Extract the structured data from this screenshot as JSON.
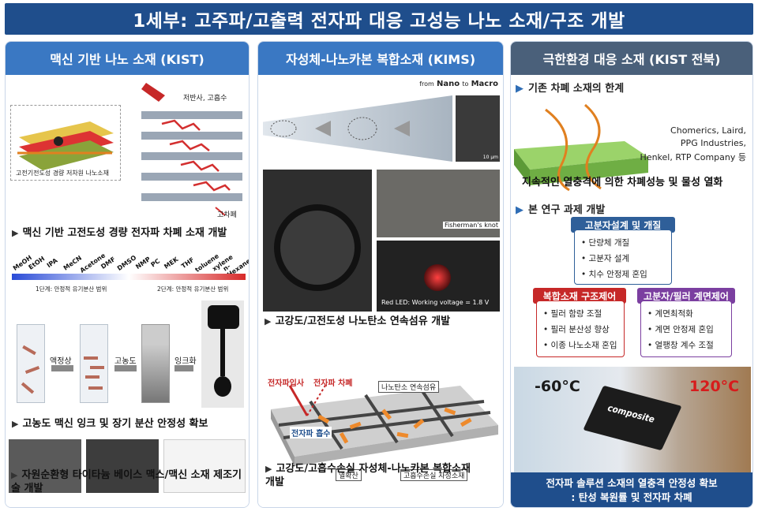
{
  "title": "1세부: 고주파/고출력 전자파 대응 고성능 나노 소재/구조 개발",
  "col1": {
    "heading": "맥신 기반 나노 소재 (KIST)",
    "diagram_label": "고전기전도성 경량 저차원 나노소재",
    "shield_label_top": "저반사, 고흡수",
    "shield_label_bottom": "고차폐",
    "caption1": "맥신 기반 고전도성 경량 전자파 차폐 소재 개발",
    "solvents": [
      "MeOH",
      "EtOH",
      "IPA",
      "MeCN",
      "Acetone",
      "DMF",
      "DMSO",
      "NMP",
      "PC",
      "MEK",
      "THF",
      "toluene",
      "xylene",
      "n-Hexane"
    ],
    "stage1": "1단계: 안정적 유기분산 범위",
    "stage2": "2단계: 안정적 유기분산 범위",
    "step1": "액정상",
    "step2": "고농도",
    "step3": "잉크화",
    "caption2": "고농도 맥신 잉크 및 장기 분산 안정성 확보",
    "caption3": "자원순환형 타이타늄 베이스 맥스/맥신 소재 제조기술 개발"
  },
  "col2": {
    "heading": "자성체-나노카본 복합소재 (KIMS)",
    "nano_macro_from": "from",
    "nano_macro_nano": "Nano",
    "nano_macro_to": "to",
    "nano_macro_macro": "Macro",
    "scale_bar": "10 μm",
    "knot_label": "Fisherman's knot",
    "led_label": "Red LED: Working voltage = 1.8 V",
    "caption1": "고강도/고전도성 나노탄소 연속섬유 개발",
    "label_incident": "전자파입사",
    "label_shield": "전자파 차폐",
    "label_fiber": "나노탄소 연속섬유",
    "label_absorb": "전자파 흡수",
    "label_heat": "열확산",
    "label_magnet": "고흡수손실 자성소재",
    "caption2_line1": "고강도/고흡수손실 자성체-나노카본 복합소재",
    "caption2_line2": "개발"
  },
  "col3": {
    "heading": "극한환경 대응 소재 (KIST 전북)",
    "sub1": "기존 차폐 소재의 한계",
    "companies_line1": "Chomerics,  Laird,",
    "companies_line2": "PPG Industries,",
    "companies_line3": "Henkel, RTP Company 등",
    "limit_text": "지속적인 열충격에 의한 차폐성능 및 물성 열화",
    "sub2": "본 연구 과제 개발",
    "box_top_title": "고분자설계 및 개질",
    "box_top_items": [
      "단량체 개질",
      "고분자 설계",
      "치수 안정제 혼입"
    ],
    "box_left_title": "복합소재 구조제어",
    "box_left_items": [
      "필러 함량 조절",
      "필러 분산성 향상",
      "이종 나노소재 혼입"
    ],
    "box_right_title": "고분자/필러 계면제어",
    "box_right_items": [
      "계면최적화",
      "계면 안정제 혼입",
      "열팽창 계수 조절"
    ],
    "temp_cold": "-60°C",
    "temp_hot": "120°C",
    "composite_label": "composite",
    "bottom_line1": "전자파 솔루션 소재의 열충격 안정성 확보",
    "bottom_line2": ": 탄성 복원률 및 전자파 차폐"
  }
}
